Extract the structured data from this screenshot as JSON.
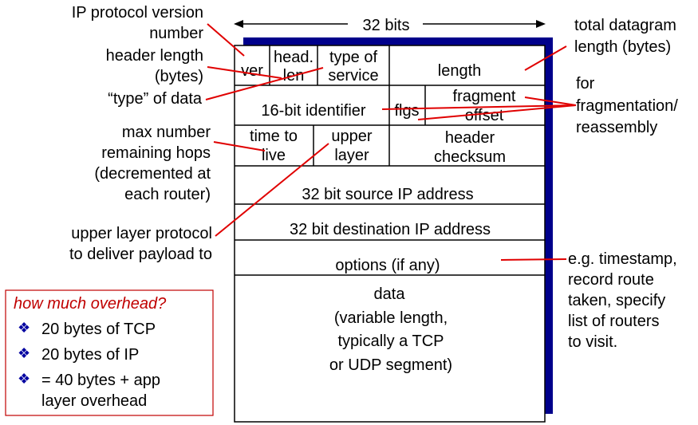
{
  "header": {
    "width_label": "32 bits"
  },
  "fields": {
    "ver": "ver",
    "head_len": [
      "head.",
      "len"
    ],
    "type_of_service": [
      "type of",
      "service"
    ],
    "length": "length",
    "identifier": "16-bit identifier",
    "flags": "flgs",
    "fragment_offset": [
      "fragment",
      "offset"
    ],
    "ttl": [
      "time to",
      "live"
    ],
    "upper_layer": [
      "upper",
      "layer"
    ],
    "header_checksum": [
      "header",
      "checksum"
    ],
    "source_ip": "32 bit source IP address",
    "dest_ip": "32 bit destination IP address",
    "options": "options (if any)",
    "data": [
      "data",
      "(variable length,",
      "typically a TCP",
      "or UDP segment)"
    ]
  },
  "annotations": {
    "ip_version": [
      "IP protocol version",
      "number"
    ],
    "header_length": [
      "header length",
      "(bytes)"
    ],
    "type_of_data": "“type” of data",
    "max_hops": [
      "max number",
      "remaining hops",
      "(decremented at",
      "each router)"
    ],
    "upper_protocol": [
      "upper layer protocol",
      "to deliver payload to"
    ],
    "total_length": [
      "total datagram",
      "length (bytes)"
    ],
    "fragmentation": [
      "for",
      "fragmentation/",
      "reassembly"
    ],
    "options_example": [
      "e.g. timestamp,",
      "record route",
      "taken, specify",
      "list of routers",
      "to visit."
    ]
  },
  "overhead_box": {
    "title": "how much overhead?",
    "items": [
      "20 bytes of TCP",
      "20 bytes of IP",
      "= 40 bytes + app"
    ],
    "continuation": "layer overhead",
    "bullet_color": "#0000a0"
  },
  "colors": {
    "accent_line": "#e00000",
    "shadow": "#00008b",
    "box_border": "#c00000"
  }
}
